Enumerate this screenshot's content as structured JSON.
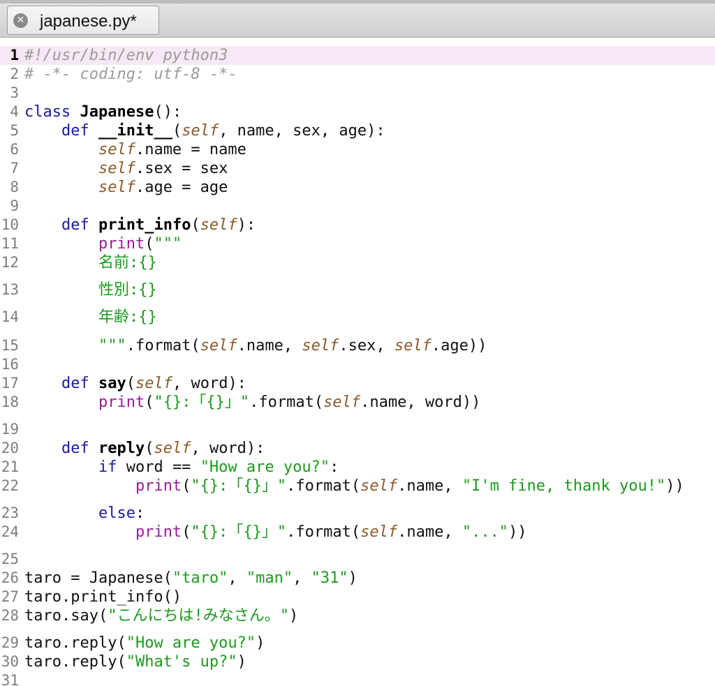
{
  "tab": {
    "title": "japanese.py*",
    "close_icon": "close-circle-icon"
  },
  "editor": {
    "current_line": 1,
    "lines": [
      {
        "n": "1",
        "tokens": [
          {
            "t": "cmt",
            "v": "#!/usr/bin/env python3"
          }
        ]
      },
      {
        "n": "2",
        "tokens": [
          {
            "t": "cmt",
            "v": "# -*- coding: utf-8 -*-"
          }
        ]
      },
      {
        "n": "3",
        "tokens": []
      },
      {
        "n": "4",
        "tokens": [
          {
            "t": "kw",
            "v": "class"
          },
          {
            "t": "p",
            "v": " "
          },
          {
            "t": "fn",
            "v": "Japanese"
          },
          {
            "t": "p",
            "v": "():"
          }
        ]
      },
      {
        "n": "5",
        "tokens": [
          {
            "t": "p",
            "v": "    "
          },
          {
            "t": "kw",
            "v": "def"
          },
          {
            "t": "p",
            "v": " "
          },
          {
            "t": "fn",
            "v": "__init__"
          },
          {
            "t": "p",
            "v": "("
          },
          {
            "t": "slf",
            "v": "self"
          },
          {
            "t": "p",
            "v": ", name, sex, age):"
          }
        ]
      },
      {
        "n": "6",
        "tokens": [
          {
            "t": "p",
            "v": "        "
          },
          {
            "t": "slf",
            "v": "self"
          },
          {
            "t": "p",
            "v": ".name = name"
          }
        ]
      },
      {
        "n": "7",
        "tokens": [
          {
            "t": "p",
            "v": "        "
          },
          {
            "t": "slf",
            "v": "self"
          },
          {
            "t": "p",
            "v": ".sex = sex"
          }
        ]
      },
      {
        "n": "8",
        "tokens": [
          {
            "t": "p",
            "v": "        "
          },
          {
            "t": "slf",
            "v": "self"
          },
          {
            "t": "p",
            "v": ".age = age"
          }
        ]
      },
      {
        "n": "9",
        "tokens": []
      },
      {
        "n": "10",
        "tokens": [
          {
            "t": "p",
            "v": "    "
          },
          {
            "t": "kw",
            "v": "def"
          },
          {
            "t": "p",
            "v": " "
          },
          {
            "t": "fn",
            "v": "print_info"
          },
          {
            "t": "p",
            "v": "("
          },
          {
            "t": "slf",
            "v": "self"
          },
          {
            "t": "p",
            "v": "):"
          }
        ]
      },
      {
        "n": "11",
        "tokens": [
          {
            "t": "p",
            "v": "        "
          },
          {
            "t": "bi",
            "v": "print"
          },
          {
            "t": "p",
            "v": "("
          },
          {
            "t": "str",
            "v": "\"\"\""
          }
        ]
      },
      {
        "n": "12",
        "tokens": [
          {
            "t": "p",
            "v": "        "
          },
          {
            "t": "str",
            "v": "名前:{}"
          }
        ]
      },
      {
        "n": "13",
        "tokens": [
          {
            "t": "p",
            "v": "        "
          },
          {
            "t": "str",
            "v": "性別:{}"
          }
        ]
      },
      {
        "n": "14",
        "tokens": [
          {
            "t": "p",
            "v": "        "
          },
          {
            "t": "str",
            "v": "年齢:{}"
          }
        ]
      },
      {
        "n": "15",
        "tokens": [
          {
            "t": "p",
            "v": "        "
          },
          {
            "t": "str",
            "v": "\"\"\""
          },
          {
            "t": "p",
            "v": ".format("
          },
          {
            "t": "slf",
            "v": "self"
          },
          {
            "t": "p",
            "v": ".name, "
          },
          {
            "t": "slf",
            "v": "self"
          },
          {
            "t": "p",
            "v": ".sex, "
          },
          {
            "t": "slf",
            "v": "self"
          },
          {
            "t": "p",
            "v": ".age))"
          }
        ]
      },
      {
        "n": "16",
        "tokens": []
      },
      {
        "n": "17",
        "tokens": [
          {
            "t": "p",
            "v": "    "
          },
          {
            "t": "kw",
            "v": "def"
          },
          {
            "t": "p",
            "v": " "
          },
          {
            "t": "fn",
            "v": "say"
          },
          {
            "t": "p",
            "v": "("
          },
          {
            "t": "slf",
            "v": "self"
          },
          {
            "t": "p",
            "v": ", word):"
          }
        ]
      },
      {
        "n": "18",
        "tokens": [
          {
            "t": "p",
            "v": "        "
          },
          {
            "t": "bi",
            "v": "print"
          },
          {
            "t": "p",
            "v": "("
          },
          {
            "t": "str",
            "v": "\"{}:「{}」\""
          },
          {
            "t": "p",
            "v": ".format("
          },
          {
            "t": "slf",
            "v": "self"
          },
          {
            "t": "p",
            "v": ".name, word))"
          }
        ]
      },
      {
        "n": "19",
        "tokens": []
      },
      {
        "n": "20",
        "tokens": [
          {
            "t": "p",
            "v": "    "
          },
          {
            "t": "kw",
            "v": "def"
          },
          {
            "t": "p",
            "v": " "
          },
          {
            "t": "fn",
            "v": "reply"
          },
          {
            "t": "p",
            "v": "("
          },
          {
            "t": "slf",
            "v": "self"
          },
          {
            "t": "p",
            "v": ", word):"
          }
        ]
      },
      {
        "n": "21",
        "tokens": [
          {
            "t": "p",
            "v": "        "
          },
          {
            "t": "kw",
            "v": "if"
          },
          {
            "t": "p",
            "v": " word == "
          },
          {
            "t": "str",
            "v": "\"How are you?\""
          },
          {
            "t": "p",
            "v": ":"
          }
        ]
      },
      {
        "n": "22",
        "tokens": [
          {
            "t": "p",
            "v": "            "
          },
          {
            "t": "bi",
            "v": "print"
          },
          {
            "t": "p",
            "v": "("
          },
          {
            "t": "str",
            "v": "\"{}:「{}」\""
          },
          {
            "t": "p",
            "v": ".format("
          },
          {
            "t": "slf",
            "v": "self"
          },
          {
            "t": "p",
            "v": ".name, "
          },
          {
            "t": "str",
            "v": "\"I'm fine, thank you!\""
          },
          {
            "t": "p",
            "v": "))"
          }
        ]
      },
      {
        "n": "23",
        "tokens": [
          {
            "t": "p",
            "v": "        "
          },
          {
            "t": "kw",
            "v": "else"
          },
          {
            "t": "p",
            "v": ":"
          }
        ]
      },
      {
        "n": "24",
        "tokens": [
          {
            "t": "p",
            "v": "            "
          },
          {
            "t": "bi",
            "v": "print"
          },
          {
            "t": "p",
            "v": "("
          },
          {
            "t": "str",
            "v": "\"{}:「{}」\""
          },
          {
            "t": "p",
            "v": ".format("
          },
          {
            "t": "slf",
            "v": "self"
          },
          {
            "t": "p",
            "v": ".name, "
          },
          {
            "t": "str",
            "v": "\"...\""
          },
          {
            "t": "p",
            "v": "))"
          }
        ]
      },
      {
        "n": "25",
        "tokens": []
      },
      {
        "n": "26",
        "tokens": [
          {
            "t": "p",
            "v": "taro = Japanese("
          },
          {
            "t": "str",
            "v": "\"taro\""
          },
          {
            "t": "p",
            "v": ", "
          },
          {
            "t": "str",
            "v": "\"man\""
          },
          {
            "t": "p",
            "v": ", "
          },
          {
            "t": "str",
            "v": "\"31\""
          },
          {
            "t": "p",
            "v": ")"
          }
        ]
      },
      {
        "n": "27",
        "tokens": [
          {
            "t": "p",
            "v": "taro.print_info()"
          }
        ]
      },
      {
        "n": "28",
        "tokens": [
          {
            "t": "p",
            "v": "taro.say("
          },
          {
            "t": "str",
            "v": "\"こんにちは!みなさん。\""
          },
          {
            "t": "p",
            "v": ")"
          }
        ]
      },
      {
        "n": "29",
        "tokens": [
          {
            "t": "p",
            "v": "taro.reply("
          },
          {
            "t": "str",
            "v": "\"How are you?\""
          },
          {
            "t": "p",
            "v": ")"
          }
        ]
      },
      {
        "n": "30",
        "tokens": [
          {
            "t": "p",
            "v": "taro.reply("
          },
          {
            "t": "str",
            "v": "\"What's up?\""
          },
          {
            "t": "p",
            "v": ")"
          }
        ]
      },
      {
        "n": "31",
        "tokens": []
      }
    ]
  }
}
